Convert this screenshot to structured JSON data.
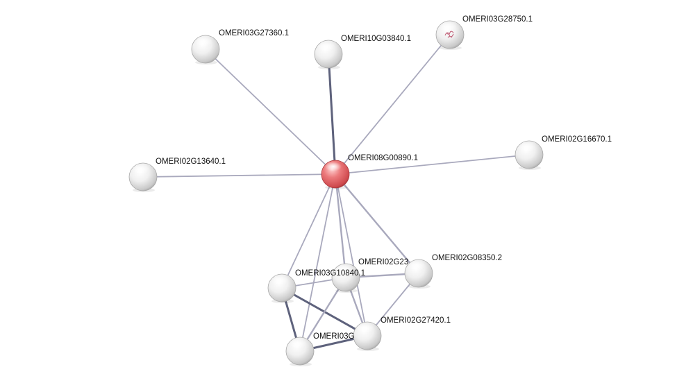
{
  "network": {
    "query_node": "OMERI08G00890.1",
    "colors": {
      "query": "#d9565a",
      "neighbor": "#d8d8d8",
      "edge": "#a9a9bd",
      "edge_strong": "#5e627c"
    },
    "nodes": [
      {
        "id": "OMERI08G00890.1",
        "label": "OMERI08G00890.1",
        "type": "query"
      },
      {
        "id": "OMERI03G27360.1",
        "label": "OMERI03G27360.1",
        "type": "neighbor"
      },
      {
        "id": "OMERI10G03840.1",
        "label": "OMERI10G03840.1",
        "type": "neighbor"
      },
      {
        "id": "OMERI03G28750.1",
        "label": "OMERI03G28750.1",
        "type": "neighbor",
        "has_structure": true
      },
      {
        "id": "OMERI02G16670.1",
        "label": "OMERI02G16670.1",
        "type": "neighbor"
      },
      {
        "id": "OMERI02G13640.1",
        "label": "OMERI02G13640.1",
        "type": "neighbor"
      },
      {
        "id": "OMERI02G08350.2",
        "label": "OMERI02G08350.2",
        "type": "neighbor"
      },
      {
        "id": "OMERI02G23xxx.1",
        "label": "OMERI02G23",
        "type": "neighbor"
      },
      {
        "id": "OMERI03G10840.1",
        "label": "OMERI03G10840.1",
        "type": "neighbor"
      },
      {
        "id": "OMERI02G27420.1",
        "label": "OMERI02G27420.1",
        "type": "neighbor"
      },
      {
        "id": "OMERI03Gxxxxx.1",
        "label": "OMERI03G",
        "type": "neighbor"
      }
    ],
    "edges": [
      {
        "source": "OMERI08G00890.1",
        "target": "OMERI03G27360.1",
        "strength": 1
      },
      {
        "source": "OMERI08G00890.1",
        "target": "OMERI10G03840.1",
        "strength": 3
      },
      {
        "source": "OMERI08G00890.1",
        "target": "OMERI03G28750.1",
        "strength": 1
      },
      {
        "source": "OMERI08G00890.1",
        "target": "OMERI02G16670.1",
        "strength": 1
      },
      {
        "source": "OMERI08G00890.1",
        "target": "OMERI02G13640.1",
        "strength": 1
      },
      {
        "source": "OMERI08G00890.1",
        "target": "OMERI02G08350.2",
        "strength": 2
      },
      {
        "source": "OMERI08G00890.1",
        "target": "OMERI02G23xxx.1",
        "strength": 2
      },
      {
        "source": "OMERI08G00890.1",
        "target": "OMERI03G10840.1",
        "strength": 1
      },
      {
        "source": "OMERI08G00890.1",
        "target": "OMERI02G27420.1",
        "strength": 1
      },
      {
        "source": "OMERI08G00890.1",
        "target": "OMERI03Gxxxxx.1",
        "strength": 1
      },
      {
        "source": "OMERI03G10840.1",
        "target": "OMERI02G23xxx.1",
        "strength": 1
      },
      {
        "source": "OMERI03G10840.1",
        "target": "OMERI02G27420.1",
        "strength": 3
      },
      {
        "source": "OMERI03G10840.1",
        "target": "OMERI03Gxxxxx.1",
        "strength": 3
      },
      {
        "source": "OMERI02G23xxx.1",
        "target": "OMERI02G08350.2",
        "strength": 2
      },
      {
        "source": "OMERI02G23xxx.1",
        "target": "OMERI02G27420.1",
        "strength": 2
      },
      {
        "source": "OMERI02G23xxx.1",
        "target": "OMERI03Gxxxxx.1",
        "strength": 2
      },
      {
        "source": "OMERI02G08350.2",
        "target": "OMERI02G27420.1",
        "strength": 1
      },
      {
        "source": "OMERI03Gxxxxx.1",
        "target": "OMERI02G27420.1",
        "strength": 3
      }
    ]
  }
}
